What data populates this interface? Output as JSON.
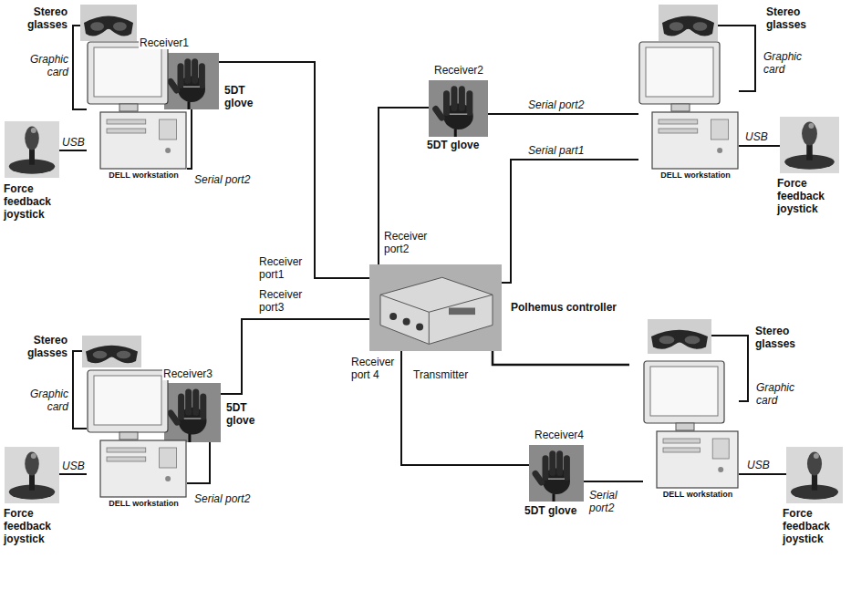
{
  "diagram": {
    "nodes": [
      {
        "text": [
          "Stereo glasses"
        ]
      },
      {
        "text": [
          "5DT glove"
        ]
      },
      {
        "text": [
          "Force feedback joystick"
        ]
      },
      {
        "text": [
          "DELL workstation"
        ]
      },
      {
        "text": [
          "5DT glove"
        ]
      },
      {
        "text": [
          "Stereo glasses"
        ]
      },
      {
        "text": [
          "DELL workstation"
        ]
      },
      {
        "text": [
          "Force feedback joystick"
        ]
      },
      {
        "text": [
          "Polhemus controller"
        ]
      },
      {
        "text": [
          "Stereo glasses"
        ]
      },
      {
        "text": [
          "5DT glove"
        ]
      },
      {
        "text": [
          "Force feedback joystick"
        ]
      },
      {
        "text": [
          "DELL workstation"
        ]
      },
      {
        "text": [
          "5DT glove"
        ]
      },
      {
        "text": [
          "Stereo glasses"
        ]
      },
      {
        "text": [
          "DELL workstation"
        ]
      },
      {
        "text": [
          "Force feedback joystick"
        ]
      }
    ],
    "edges": [
      {
        "from": 0,
        "to": 3,
        "label": "Graphic card",
        "arrow": "none"
      },
      {
        "from": 2,
        "to": 3,
        "label": "USB",
        "arrow": "none"
      },
      {
        "from": 1,
        "to": 3,
        "label": "Serial port2",
        "arrow": "none"
      },
      {
        "from": 1,
        "to": 8,
        "label": "Receiver1",
        "arrow": "none"
      },
      {
        "from": 4,
        "to": 8,
        "label": "Receiver2",
        "arrow": "none"
      },
      {
        "from": 4,
        "to": 6,
        "label": "Serial port2",
        "arrow": "none"
      },
      {
        "from": 6,
        "to": 8,
        "label": "Serial part1",
        "arrow": "none"
      },
      {
        "from": 5,
        "to": 6,
        "label": "Graphic card",
        "arrow": "none"
      },
      {
        "from": 7,
        "to": 6,
        "label": "USB",
        "arrow": "none"
      },
      {
        "from": 10,
        "to": 8,
        "label": "Receiver3",
        "arrow": "none"
      },
      {
        "from": 9,
        "to": 12,
        "label": "Graphic card",
        "arrow": "none"
      },
      {
        "from": 11,
        "to": 12,
        "label": "USB",
        "arrow": "none"
      },
      {
        "from": 10,
        "to": 12,
        "label": "Serial port2",
        "arrow": "none"
      },
      {
        "from": 13,
        "to": 8,
        "label": "Receiver4",
        "arrow": "none"
      },
      {
        "from": 13,
        "to": 15,
        "label": "Serial port2",
        "arrow": "none"
      },
      {
        "from": 14,
        "to": 15,
        "label": "Graphic card",
        "arrow": "none"
      },
      {
        "from": 16,
        "to": 15,
        "label": "USB",
        "arrow": "none"
      }
    ],
    "labels": [
      "Receiver port1",
      "Receiver port2",
      "Receiver port3",
      "Receiver port 4",
      "Transmitter"
    ]
  }
}
